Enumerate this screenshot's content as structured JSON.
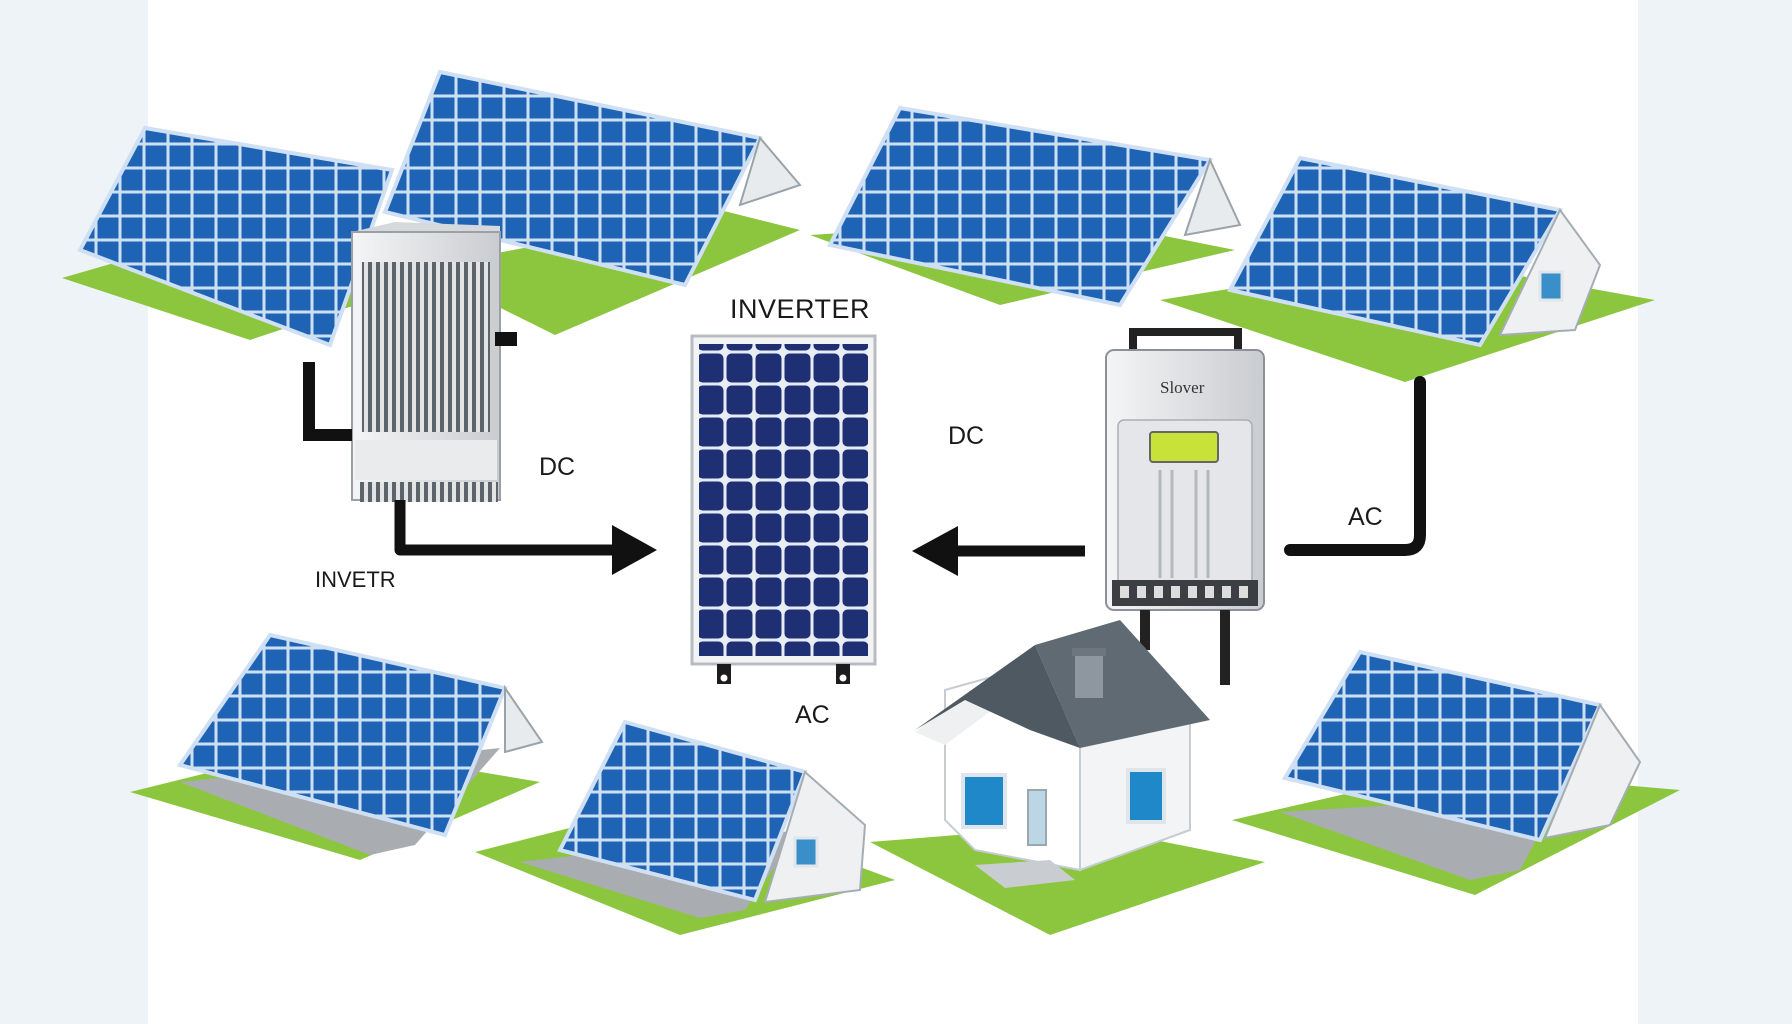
{
  "diagram": {
    "title": "INVERTER",
    "labels": {
      "dc_left": "DC",
      "dc_right": "DC",
      "ac_right": "AC",
      "ac_bottom": "AC",
      "inverter_misspelled": "INVETR"
    },
    "devices": {
      "charge_controller_brand": "Slover"
    },
    "colors": {
      "panel_blue": "#1f63b5",
      "grass_green": "#8cc63f",
      "roof_gray": "#5f6a72",
      "arrow": "#111111"
    },
    "icons": [
      "solar-roof-icon",
      "inverter-unit-icon",
      "solar-panel-icon",
      "charge-controller-icon",
      "house-icon",
      "arrow-icon"
    ]
  }
}
